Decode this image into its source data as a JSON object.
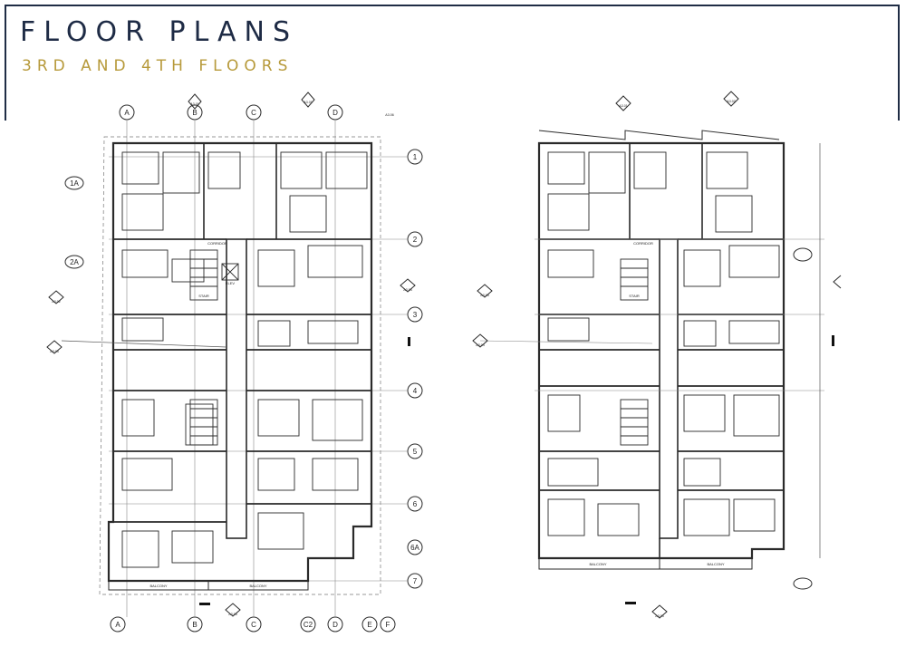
{
  "header": {
    "title": "FLOOR PLANS",
    "subtitle": "3RD AND 4TH FLOORS"
  },
  "colors": {
    "title": "#1e2b45",
    "subtitle": "#b79a3b",
    "frame": "#1f2d45",
    "linework": "#2a2a2a"
  },
  "plan_left": {
    "grid_top": [
      "A",
      "B",
      "C",
      "D"
    ],
    "grid_bottom": [
      "A",
      "B",
      "C",
      "C2",
      "D",
      "E",
      "F"
    ],
    "grid_right": [
      "1",
      "2",
      "3",
      "4",
      "5",
      "6",
      "6A",
      "7"
    ],
    "grid_left": [
      "1A",
      "2A"
    ],
    "section_marks": [
      "A3.01",
      "A3.01",
      "A3.02",
      "A3.03",
      "A3.04",
      "A3.05",
      "A3.06"
    ],
    "labels": {
      "balcony_1": "BALCONY",
      "balcony_2": "BALCONY",
      "corridor": "CORRIDOR",
      "stair": "STAIR",
      "elev": "ELEV"
    }
  },
  "plan_right": {
    "section_marks": [
      "A3.01",
      "A3.02",
      "A3.03",
      "A3.04",
      "A3.05"
    ],
    "labels": {
      "balcony_1": "BALCONY",
      "balcony_2": "BALCONY",
      "corridor": "CORRIDOR",
      "stair": "STAIR"
    }
  }
}
